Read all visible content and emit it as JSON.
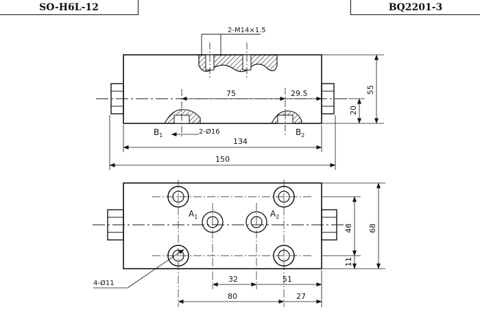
{
  "title_left": "SO-H6L-12",
  "title_right": "BQ2201-3",
  "front_view": {
    "thread_spec": "2-M14×1.5",
    "dim_75": "75",
    "dim_29_5": "29.5",
    "port_b1": "B",
    "port_b1_sub": "1",
    "port_b2": "B",
    "port_b2_sub": "2",
    "hole_spec": "2-Ø16",
    "dim_134": "134",
    "dim_150": "150",
    "dim_55": "55",
    "dim_20": "20"
  },
  "top_view": {
    "port_a1": "A",
    "port_a1_sub": "1",
    "port_a2": "A",
    "port_a2_sub": "2",
    "mount_hole_spec": "4-Ø11",
    "dim_32": "32",
    "dim_51": "51",
    "dim_80": "80",
    "dim_27": "27",
    "dim_46": "46",
    "dim_68": "68",
    "dim_11": "11"
  }
}
